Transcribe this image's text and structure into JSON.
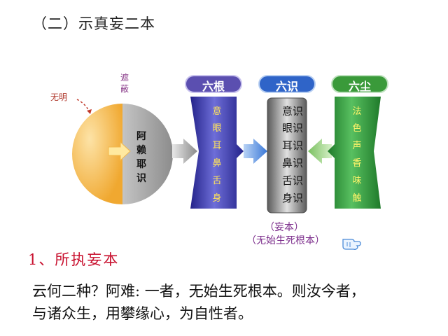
{
  "title": "（二）示真妄二本",
  "circle": {
    "inner_label_chars": [
      "阿",
      "赖",
      "耶",
      "识"
    ],
    "left_annotation": "无明",
    "top_annotation_chars": [
      "遮",
      "蔽"
    ]
  },
  "columns": {
    "left": {
      "header": "六根",
      "items": [
        "意",
        "眼",
        "耳",
        "鼻",
        "舌",
        "身"
      ]
    },
    "center": {
      "header": "六识",
      "items": [
        "意识",
        "眼识",
        "耳识",
        "鼻识",
        "舌识",
        "身识"
      ]
    },
    "right": {
      "header": "六尘",
      "items": [
        "法",
        "色",
        "声",
        "香",
        "味",
        "触"
      ]
    }
  },
  "center_caption": {
    "line1": "（妄本）",
    "line2": "（无始生死根本）"
  },
  "section_heading": "1、所执妄本",
  "body": {
    "line1": "云何二种？阿难: 一者，无始生死根本。则汝今者，",
    "line2": "与诸众生，用攀缘心，为自性者。"
  },
  "colors": {
    "left_col": "#3b3aa8",
    "center_col": "#6e6e6e",
    "right_col": "#2f8f3a",
    "header_left": "#5b4fb0",
    "header_center": "#2f64c8",
    "header_right": "#3a9a3a",
    "circle_gold": "#f5b041",
    "circle_gray": "#a8a8a8",
    "heading_red": "#c8102e"
  }
}
